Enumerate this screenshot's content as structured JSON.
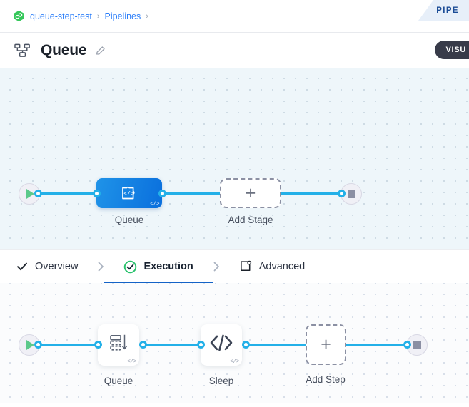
{
  "corner_tab": {
    "label": "PIPE"
  },
  "breadcrumb": {
    "project_icon": "hexagon-link-icon",
    "items": [
      {
        "label": "queue-step-test",
        "sep": "›"
      },
      {
        "label": "Pipelines",
        "sep": "›"
      }
    ]
  },
  "header": {
    "icon": "pipeline-hierarchy-icon",
    "title": "Queue",
    "edit_icon": "pencil-icon",
    "visual_button": "VISU"
  },
  "colors": {
    "accent_blue": "#23b0e8",
    "stage_blue": "#0a6fdd",
    "link_blue": "#2d7ff9",
    "tab_underline": "#1463c7",
    "success_green": "#27c16b",
    "dark_pill": "#383b49"
  },
  "stage_canvas": {
    "start_node": {
      "icon": "play-icon",
      "name": "start-node"
    },
    "end_node": {
      "icon": "stop-icon",
      "name": "end-node"
    },
    "nodes": [
      {
        "label": "Queue",
        "icon": "puzzle-code-icon",
        "badge": "</>",
        "type": "stage"
      },
      {
        "label": "Add Stage",
        "icon": "plus-icon",
        "type": "add"
      }
    ]
  },
  "tabs": [
    {
      "label": "Overview",
      "icon": "check-icon",
      "active": false
    },
    {
      "label": "Execution",
      "icon": "check-circle-icon",
      "active": true
    },
    {
      "label": "Advanced",
      "icon": "advanced-gear-icon",
      "active": false
    }
  ],
  "step_canvas": {
    "start_node": {
      "icon": "play-icon",
      "name": "start-node"
    },
    "end_node": {
      "icon": "stop-icon",
      "name": "end-node"
    },
    "nodes": [
      {
        "label": "Queue",
        "icon": "queue-stack-icon",
        "badge": "</>",
        "type": "step"
      },
      {
        "label": "Sleep",
        "icon": "code-brackets-icon",
        "badge": "</>",
        "type": "step"
      },
      {
        "label": "Add Step",
        "icon": "plus-icon",
        "type": "add"
      }
    ]
  }
}
